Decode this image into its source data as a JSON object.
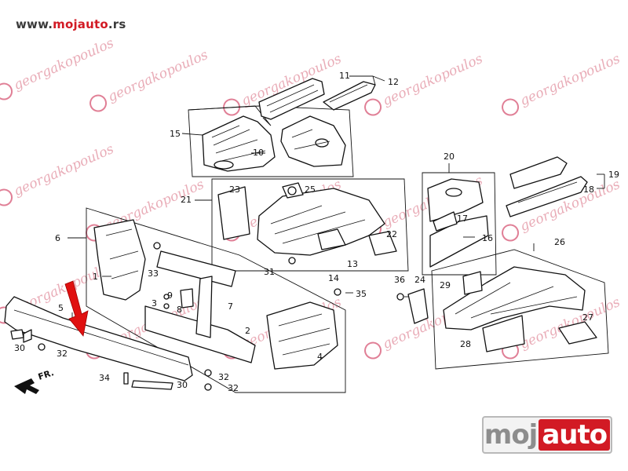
{
  "header": {
    "site_url_prefix": "www.",
    "site_url_brand": "mojauto",
    "site_url_suffix": ".rs"
  },
  "watermark": {
    "text": "georgakopoulos",
    "color": "#e08a9a"
  },
  "logo": {
    "part1": "moj",
    "part2": "auto",
    "brand_color": "#d21a24"
  },
  "direction_label": "FR.",
  "highlight": {
    "color": "#e01010",
    "target_part": "5"
  },
  "callouts": [
    "1",
    "2",
    "3",
    "4",
    "5",
    "6",
    "7",
    "8",
    "9",
    "10",
    "11",
    "12",
    "13",
    "14",
    "15",
    "16",
    "17",
    "18",
    "19",
    "20",
    "21",
    "22",
    "23",
    "24",
    "25",
    "26",
    "27",
    "28",
    "29",
    "30",
    "31",
    "32",
    "33",
    "34",
    "35",
    "36"
  ],
  "labels": {
    "n1": "1",
    "n2": "2",
    "n3": "3",
    "n4": "4",
    "n5": "5",
    "n6": "6",
    "n7": "7",
    "n8": "8",
    "n9": "9",
    "n10": "10",
    "n11": "11",
    "n12": "12",
    "n13": "13",
    "n14": "14",
    "n15": "15",
    "n16": "16",
    "n17": "17",
    "n18": "18",
    "n19": "19",
    "n20": "20",
    "n21": "21",
    "n22": "22",
    "n23": "23",
    "n24": "24",
    "n25": "25",
    "n26": "26",
    "n27": "27",
    "n28": "28",
    "n29": "29",
    "n30a": "30",
    "n30b": "30",
    "n31": "31",
    "n32a": "32",
    "n32b": "32",
    "n32c": "32",
    "n33": "33",
    "n34": "34",
    "n35": "35",
    "n36": "36"
  }
}
